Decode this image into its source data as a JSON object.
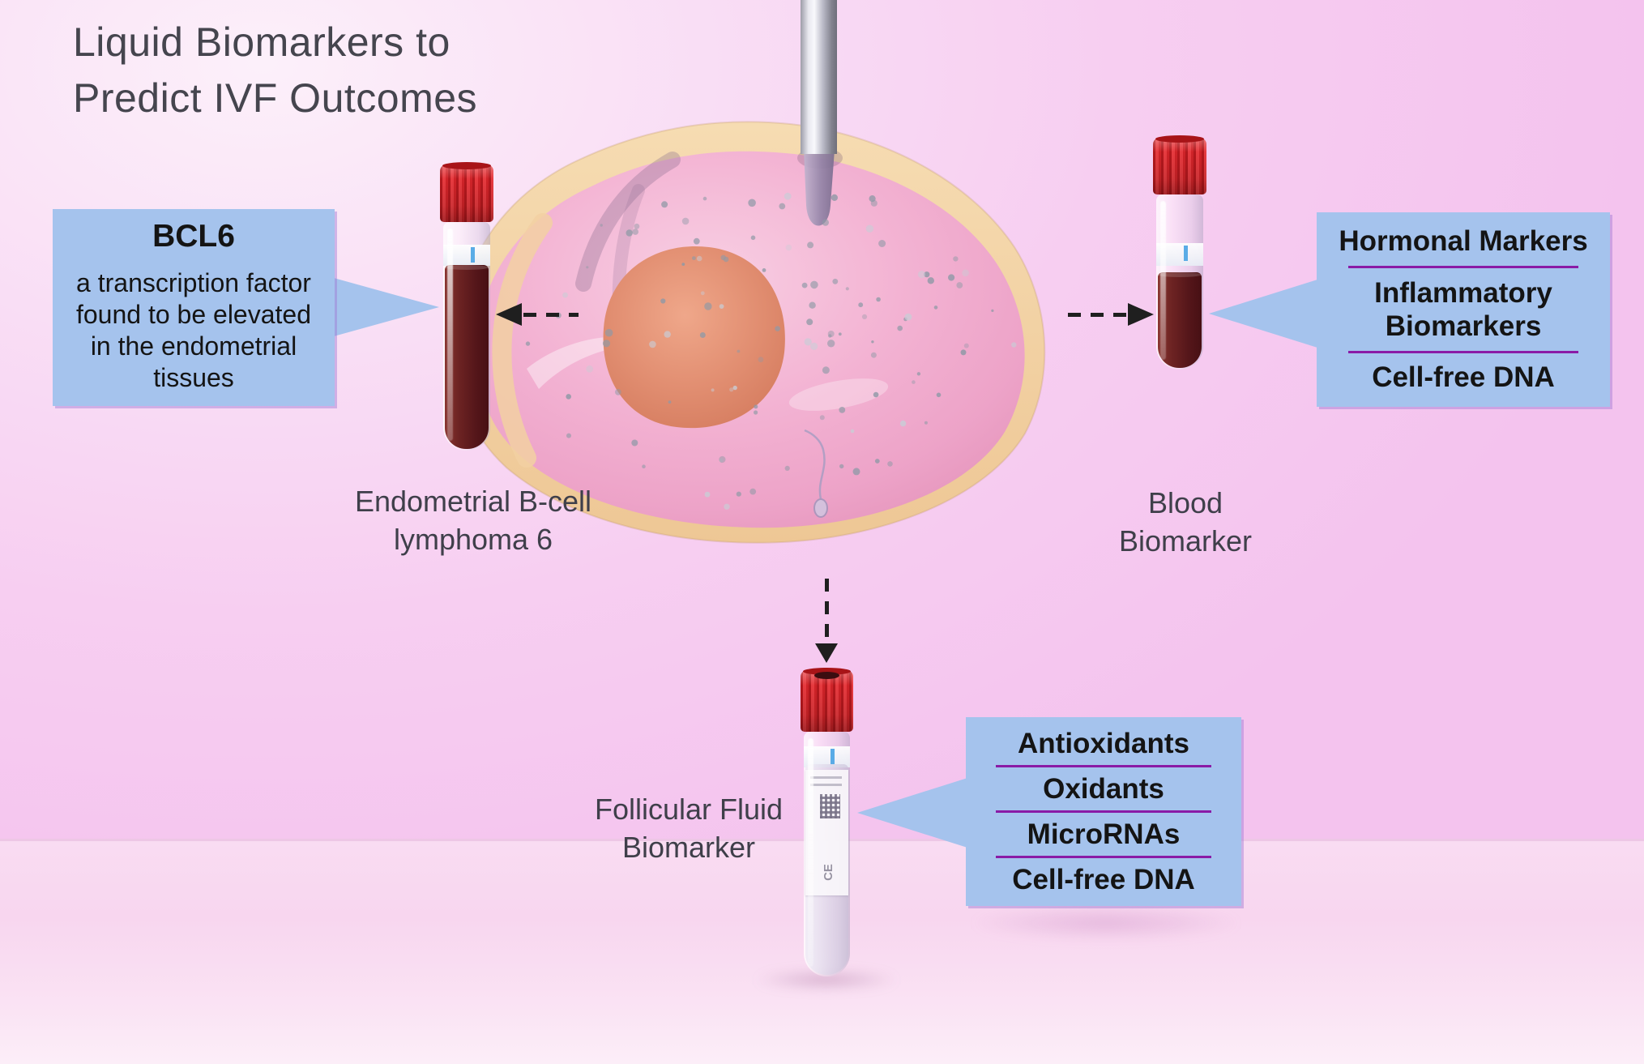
{
  "title": "Liquid Biomarkers to\nPredict IVF Outcomes",
  "callout_bcl6": {
    "heading": "BCL6",
    "body": "a transcription factor\nfound to be elevated\nin the endometrial\ntissues"
  },
  "callout_blood": {
    "items": [
      "Hormonal Markers",
      "Inflammatory\nBiomarkers",
      "Cell-free DNA"
    ]
  },
  "callout_follicular": {
    "items": [
      "Antioxidants",
      "Oxidants",
      "MicroRNAs",
      "Cell-free DNA"
    ]
  },
  "tube_labels": {
    "endometrial": "Endometrial B-cell\nlymphoma 6",
    "blood": "Blood\nBiomarker",
    "follicular": "Follicular Fluid\nBiomarker"
  },
  "follicular_tube_marking": "CE",
  "colors": {
    "background_pink": "#f7cdf1",
    "callout_blue": "#a5c3ed",
    "divider_purple": "#8a1ba6",
    "cap_red": "#d62a2e",
    "blood_red": "#5c181b",
    "title_text": "#45454e",
    "egg_pink": "#f3b3d3",
    "egg_rim_cream": "#f3d2a4",
    "nucleus_salmon": "#e28f72",
    "arrow_black": "#1f1f1f"
  }
}
